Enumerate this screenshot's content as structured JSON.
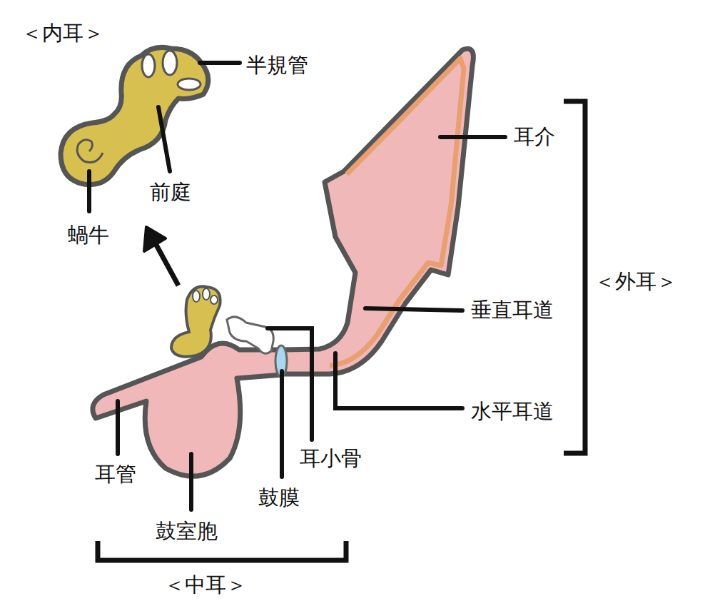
{
  "diagram": {
    "labels": [
      "＜内耳＞",
      "半規管",
      "前庭",
      "蝸牛",
      "耳介",
      "＜外耳＞",
      "垂直耳道",
      "水平耳道",
      "耳小骨",
      "鼓膜",
      "耳管",
      "鼓室胞",
      "＜中耳＞"
    ]
  }
}
